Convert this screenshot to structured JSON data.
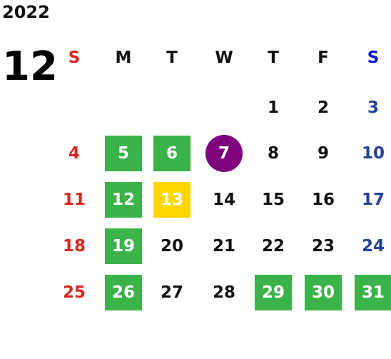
{
  "calendar": {
    "year": "2022",
    "month": "12",
    "weekdays": [
      "S",
      "M",
      "T",
      "W",
      "T",
      "F",
      "S"
    ],
    "days": [
      {
        "label": "1",
        "col": 4,
        "row": 0,
        "style": "normal"
      },
      {
        "label": "2",
        "col": 5,
        "row": 0,
        "style": "normal"
      },
      {
        "label": "3",
        "col": 6,
        "row": 0,
        "style": "sat"
      },
      {
        "label": "4",
        "col": 0,
        "row": 1,
        "style": "sun"
      },
      {
        "label": "5",
        "col": 1,
        "row": 1,
        "style": "green"
      },
      {
        "label": "6",
        "col": 2,
        "row": 1,
        "style": "green"
      },
      {
        "label": "7",
        "col": 3,
        "row": 1,
        "style": "purple"
      },
      {
        "label": "8",
        "col": 4,
        "row": 1,
        "style": "normal"
      },
      {
        "label": "9",
        "col": 5,
        "row": 1,
        "style": "normal"
      },
      {
        "label": "10",
        "col": 6,
        "row": 1,
        "style": "sat"
      },
      {
        "label": "11",
        "col": 0,
        "row": 2,
        "style": "sun"
      },
      {
        "label": "12",
        "col": 1,
        "row": 2,
        "style": "green"
      },
      {
        "label": "13",
        "col": 2,
        "row": 2,
        "style": "yellow"
      },
      {
        "label": "14",
        "col": 3,
        "row": 2,
        "style": "normal"
      },
      {
        "label": "15",
        "col": 4,
        "row": 2,
        "style": "normal"
      },
      {
        "label": "16",
        "col": 5,
        "row": 2,
        "style": "normal"
      },
      {
        "label": "17",
        "col": 6,
        "row": 2,
        "style": "sat"
      },
      {
        "label": "18",
        "col": 0,
        "row": 3,
        "style": "sun"
      },
      {
        "label": "19",
        "col": 1,
        "row": 3,
        "style": "green"
      },
      {
        "label": "20",
        "col": 2,
        "row": 3,
        "style": "normal"
      },
      {
        "label": "21",
        "col": 3,
        "row": 3,
        "style": "normal"
      },
      {
        "label": "22",
        "col": 4,
        "row": 3,
        "style": "normal"
      },
      {
        "label": "23",
        "col": 5,
        "row": 3,
        "style": "normal"
      },
      {
        "label": "24",
        "col": 6,
        "row": 3,
        "style": "sat"
      },
      {
        "label": "25",
        "col": 0,
        "row": 4,
        "style": "sun"
      },
      {
        "label": "26",
        "col": 1,
        "row": 4,
        "style": "green"
      },
      {
        "label": "27",
        "col": 2,
        "row": 4,
        "style": "normal"
      },
      {
        "label": "28",
        "col": 3,
        "row": 4,
        "style": "normal"
      },
      {
        "label": "29",
        "col": 4,
        "row": 4,
        "style": "green"
      },
      {
        "label": "30",
        "col": 5,
        "row": 4,
        "style": "green"
      },
      {
        "label": "31",
        "col": 6,
        "row": 4,
        "style": "green"
      }
    ]
  },
  "colors": {
    "sunday": "#d8261c",
    "saturday": "#24419a",
    "saturday_header": "#0a18d6",
    "highlight_green": "#3cb34a",
    "highlight_yellow": "#ffd700",
    "today_purple": "#7e017e"
  }
}
